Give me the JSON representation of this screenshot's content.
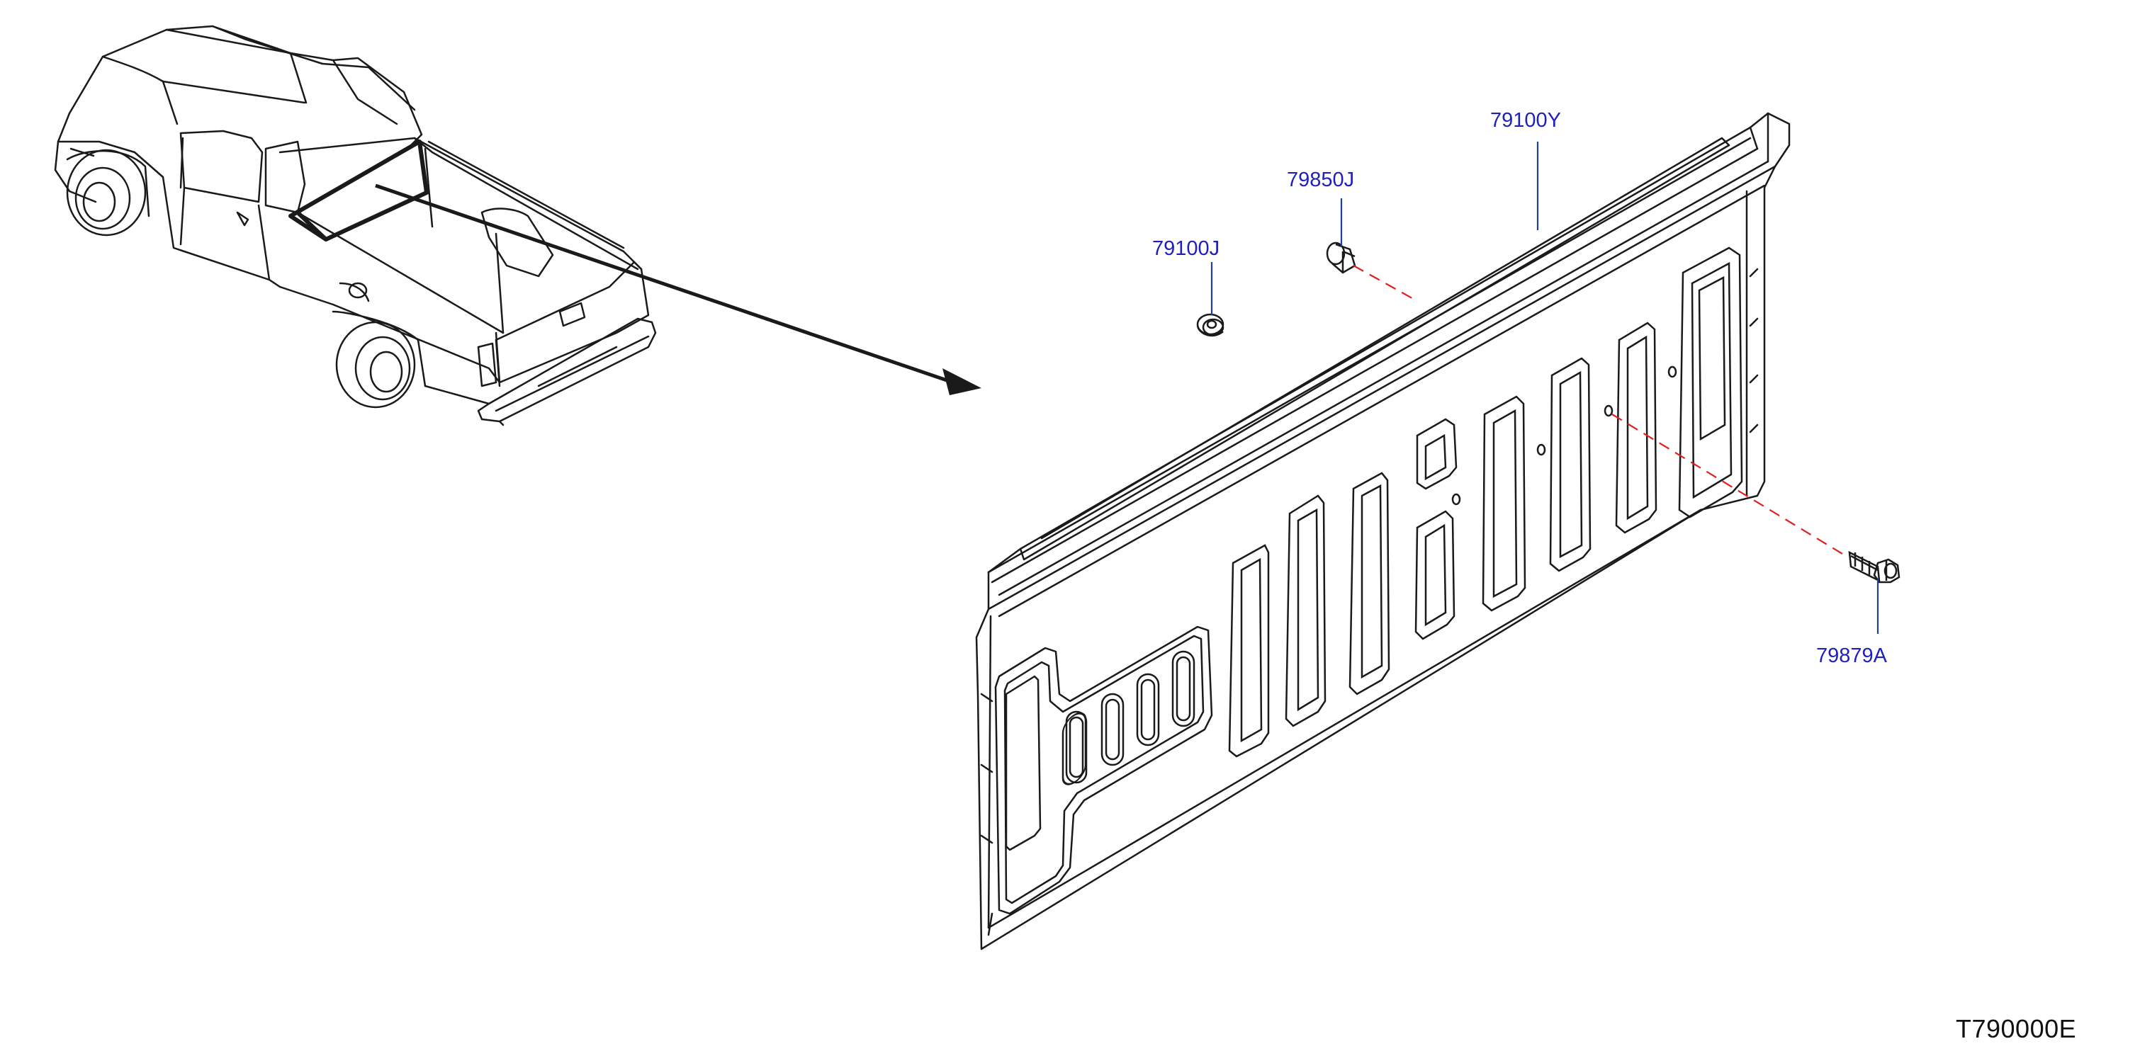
{
  "diagram": {
    "diagram_id": "T790000E",
    "part_labels": {
      "back_panel": "79100Y",
      "clip": "79850J",
      "grommet": "79100J",
      "bolt": "79879A"
    }
  },
  "colors": {
    "label_text": "#1f1fbf",
    "line_art": "#1a1a1a",
    "leader_line": "#1f3f9f",
    "dashed_guide": "#e02020",
    "background": "#ffffff",
    "id_text": "#111111"
  }
}
